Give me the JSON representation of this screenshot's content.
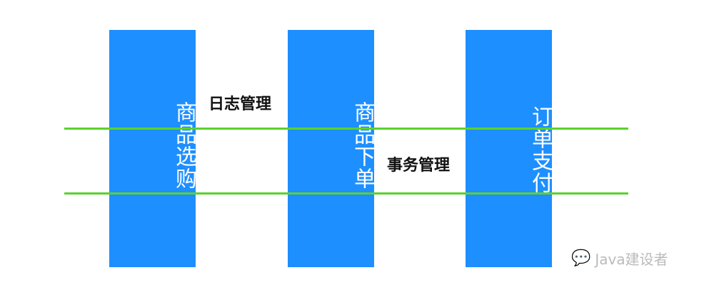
{
  "stages": [
    {
      "label": "商品选购"
    },
    {
      "label": "商品下单"
    },
    {
      "label": "订单支付"
    }
  ],
  "annotations": {
    "log": "日志管理",
    "transaction": "事务管理"
  },
  "watermark": "Java建设者",
  "colors": {
    "box": "#1E8FFF",
    "line": "#5BD12E"
  }
}
